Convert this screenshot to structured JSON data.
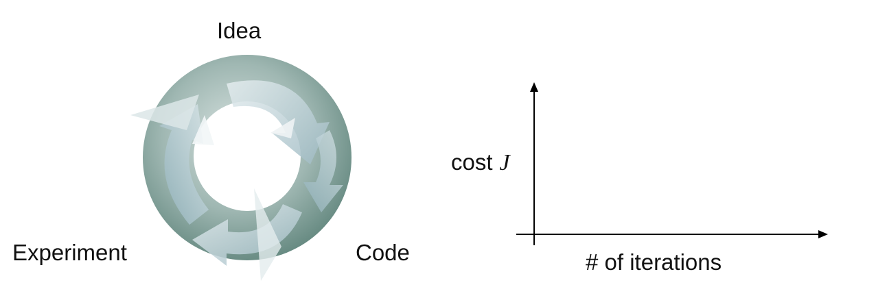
{
  "cycle": {
    "idea_label": "Idea",
    "code_label": "Code",
    "experiment_label": "Experiment",
    "colors": {
      "ring_dark": "#6f938a",
      "ring_light": "#c9d6d3",
      "arrow_fill": "#a9c2c9",
      "arrow_light": "#dde7ea"
    }
  },
  "axes": {
    "ylabel_prefix": "cost",
    "ylabel_var": "J",
    "xlabel": "# of iterations",
    "axis_color": "#000000"
  }
}
